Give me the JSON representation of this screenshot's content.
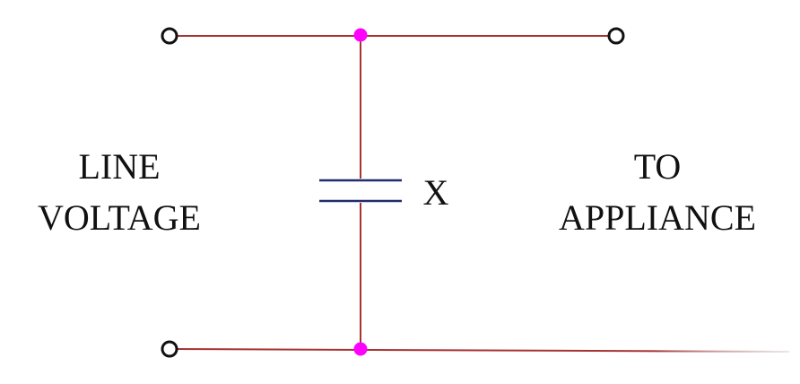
{
  "labels": {
    "left_line1": "LINE",
    "left_line2": "VOLTAGE",
    "capacitor": "X",
    "right_line1": "TO",
    "right_line2": "APPLIANCE"
  },
  "colors": {
    "wire": "#a83232",
    "junction": "#ff00ff",
    "capacitor_plate": "#1f2d6e",
    "terminal": "#111111",
    "background": "#ffffff",
    "text": "#111111"
  }
}
